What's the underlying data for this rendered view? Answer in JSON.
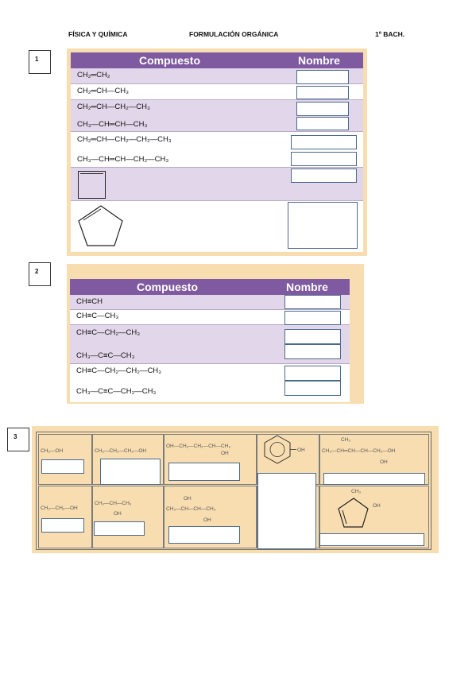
{
  "header": {
    "subject": "FÍSICA Y QUÍMICA",
    "topic": "FORMULACIÓN ORGÁNICA",
    "course": "1º BACH."
  },
  "section1": {
    "number": "1",
    "col_compound": "Compuesto",
    "col_name": "Nombre",
    "formulas": [
      "CH₂═CH₂",
      "CH₂═CH—CH₃",
      "CH₂═CH—CH₂—CH₃",
      "CH₃—CH═CH—CH₃",
      "CH₂═CH—CH₂—CH₂—CH₃",
      "CH₃—CH═CH—CH₂—CH₃"
    ]
  },
  "section2": {
    "number": "2",
    "col_compound": "Compuesto",
    "col_name": "Nombre",
    "formulas": [
      "CH≡CH",
      "CH≡C—CH₃",
      "CH≡C—CH₂—CH₃",
      "CH₃—C≡C—CH₃",
      "CH≡C—CH₂—CH₂—CH₃",
      "CH₃—C≡C—CH₂—CH₃"
    ]
  },
  "section3": {
    "number": "3",
    "cells": [
      "CH₃—OH",
      "CH₃—CH₂—CH₂—OH",
      "OH—CH₂—CH₂—CH—CH₃",
      "OH",
      "CH₃—CH═CH—CH—CH₂—OH",
      "CH₃—CH₂—OH",
      "CH₃—CH—CH₃",
      "CH₃—CH—CH—CH₃",
      "OH"
    ],
    "subs": [
      "OH",
      "OH",
      "OH",
      "OH",
      "CH₃",
      "OH"
    ]
  }
}
